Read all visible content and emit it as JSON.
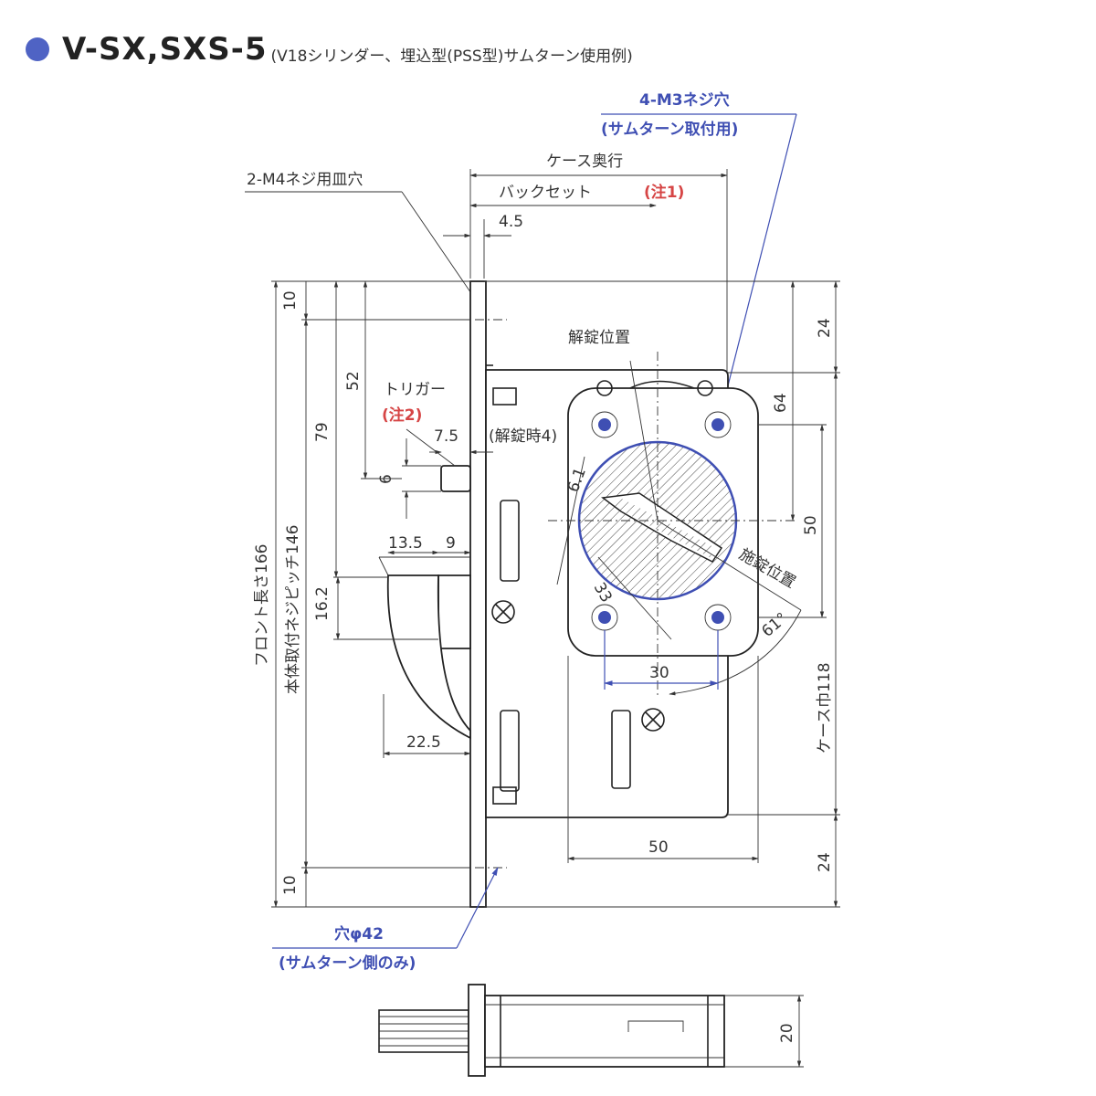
{
  "title": {
    "main": "V-SX,SXS-5",
    "sub": "(V18シリンダー、埋込型(PSS型)サムターン使用例)"
  },
  "labels": {
    "m3_screw": "4-M3ネジ穴",
    "m3_screw_sub": "(サムターン取付用)",
    "case_depth": "ケース奥行",
    "backset": "バックセット",
    "note1": "(注1)",
    "m4_hole": "2-M4ネジ用皿穴",
    "dim_4_5": "4.5",
    "unlock_pos": "解錠位置",
    "trigger": "トリガー",
    "note2": "(注2)",
    "dim_7_5": "7.5",
    "unlock_time": "(解錠時4)",
    "lock_pos": "施錠位置",
    "dim_6_1": "6.1",
    "dim_33": "33",
    "dim_30": "30",
    "dim_61deg": "61°",
    "dim_10_top": "10",
    "dim_52": "52",
    "dim_79": "79",
    "dim_6": "6",
    "dim_13_5": "13.5",
    "dim_9": "9",
    "dim_16_2": "16.2",
    "dim_22_5": "22.5",
    "front_length": "フロント長さ166",
    "pitch": "本体取付ネジピッチ146",
    "dim_10_bottom": "10",
    "dim_24_top": "24",
    "dim_64": "64",
    "dim_50_right": "50",
    "case_width": "ケース巾118",
    "dim_24_bottom": "24",
    "dim_50_bottom": "50",
    "hole_dia": "穴φ42",
    "hole_dia_sub": "(サムターン側のみ)",
    "dim_20": "20"
  }
}
